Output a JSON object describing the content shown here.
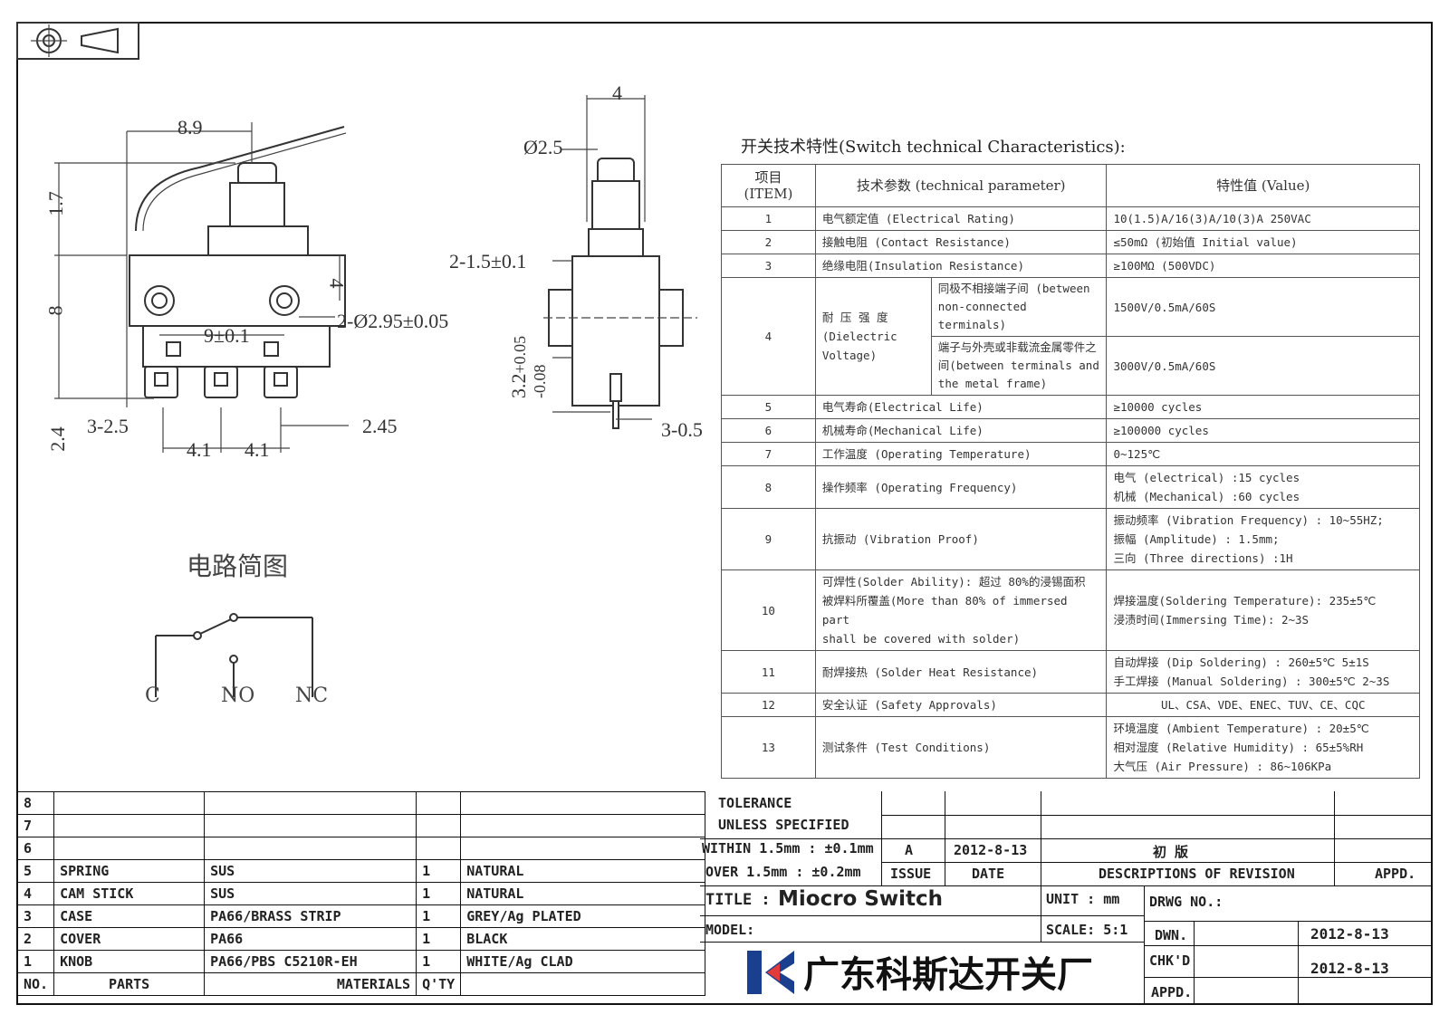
{
  "symbols": {
    "projection_icon": "first-angle-projection-icon"
  },
  "dims_front": {
    "d_8_9": "8.9",
    "d_1_7": "1.7",
    "d_8": "8",
    "d_4": "4",
    "d_hole": "2-Ø2.95±0.05",
    "d_pitch": "9±0.1",
    "d_2_4": "2.4",
    "d_3_2_5": "3-2.5",
    "d_2_45": "2.45",
    "d_4_1_a": "4.1",
    "d_4_1_b": "4.1"
  },
  "dims_side": {
    "d_top": "4",
    "d_dia": "Ø2.5",
    "d_2_1_5": "2-1.5±0.1",
    "d_3_0_5": "3-0.5",
    "d_tol_a": "3.2",
    "d_tol_b": "+0.05",
    "d_tol_c": "-0.08"
  },
  "circuit": {
    "title": "电路简图",
    "terminals": [
      "C",
      "NO",
      "NC"
    ]
  },
  "spec": {
    "title": "开关技术特性(Switch technical Characteristics):",
    "headers": {
      "item_a": "项目",
      "item_b": "(ITEM)",
      "param": "技术参数 (technical parameter)",
      "value": "特性值 (Value)"
    },
    "rows": [
      {
        "n": "1",
        "param": "电气额定值 (Electrical Rating)",
        "value": "10(1.5)A/16(3)A/10(3)A  250VAC"
      },
      {
        "n": "2",
        "param": "接触电阻 (Contact  Resistance)",
        "value": "≤50mΩ (初始值 Initial value)"
      },
      {
        "n": "3",
        "param": "绝缘电阻(Insulation Resistance)",
        "value": "≥100MΩ (500VDC)"
      },
      {
        "n": "4",
        "param": "耐 压 强 度 (Dielectric Voltage)",
        "sub": [
          {
            "cond": "同极不相接端子间 (between non-connected terminals)",
            "value": "1500V/0.5mA/60S"
          },
          {
            "cond": "端子与外壳或非载流金属零件之间(between terminals and the metal frame)",
            "value": "3000V/0.5mA/60S"
          }
        ]
      },
      {
        "n": "5",
        "param": "电气寿命(Electrical Life)",
        "value": "≥10000 cycles"
      },
      {
        "n": "6",
        "param": "机械寿命(Mechanical Life)",
        "value": "≥100000 cycles"
      },
      {
        "n": "7",
        "param": "工作温度 (Operating Temperature)",
        "value": "0~125℃"
      },
      {
        "n": "8",
        "param": "操作频率 (Operating Frequency)",
        "value_lines": [
          "电气 (electrical) :15 cycles",
          "机械 (Mechanical) :60 cycles"
        ]
      },
      {
        "n": "9",
        "param": "抗振动 (Vibration Proof)",
        "value_lines": [
          "振动频率 (Vibration Frequency) : 10~55HZ;",
          "振幅 (Amplitude) : 1.5mm;",
          "三向 (Three directions) :1H"
        ]
      },
      {
        "n": "10",
        "param_lines": [
          "可焊性(Solder Ability): 超过 80%的浸锡面积",
          "被焊料所覆盖(More than 80% of immersed part",
          "shall be covered with solder)"
        ],
        "value_lines": [
          "焊接温度(Soldering Temperature): 235±5℃",
          "浸渍时间(Immersing Time): 2~3S"
        ]
      },
      {
        "n": "11",
        "param": "耐焊接热 (Solder Heat Resistance)",
        "value_lines": [
          "自动焊接 (Dip Soldering) : 260±5℃ 5±1S",
          "手工焊接 (Manual Soldering) : 300±5℃ 2~3S"
        ]
      },
      {
        "n": "12",
        "param": "安全认证 (Safety Approvals)",
        "value": "UL、CSA、VDE、ENEC、TUV、CE、CQC"
      },
      {
        "n": "13",
        "param": "测试条件 (Test Conditions)",
        "value_lines": [
          "环境温度 (Ambient Temperature) : 20±5℃",
          "相对湿度 (Relative Humidity) : 65±5%RH",
          "大气压 (Air Pressure) : 86~106KPa"
        ]
      }
    ]
  },
  "bom": {
    "rows": [
      {
        "no": "8",
        "part": "",
        "mat": "",
        "qty": "",
        "finish": ""
      },
      {
        "no": "7",
        "part": "",
        "mat": "",
        "qty": "",
        "finish": ""
      },
      {
        "no": "6",
        "part": "",
        "mat": "",
        "qty": "",
        "finish": ""
      },
      {
        "no": "5",
        "part": "SPRING",
        "mat": "SUS",
        "qty": "1",
        "finish": "NATURAL"
      },
      {
        "no": "4",
        "part": "CAM STICK",
        "mat": "SUS",
        "qty": "1",
        "finish": "NATURAL"
      },
      {
        "no": "3",
        "part": "CASE",
        "mat": "PA66/BRASS STRIP",
        "qty": "1",
        "finish": "GREY/Ag PLATED"
      },
      {
        "no": "2",
        "part": "COVER",
        "mat": "PA66",
        "qty": "1",
        "finish": "BLACK"
      },
      {
        "no": "1",
        "part": "KNOB",
        "mat": "PA66/PBS C5210R-EH",
        "qty": "1",
        "finish": "WHITE/Ag CLAD"
      }
    ],
    "footer": {
      "no": "NO.",
      "part": "PARTS",
      "mat": "MATERIALS",
      "qty": "Q'TY"
    }
  },
  "title_block": {
    "tol_1": "TOLERANCE",
    "tol_2": "UNLESS  SPECIFIED",
    "tol_3": "WITHIN 1.5mm : ±0.1mm",
    "tol_4": "OVER 1.5mm : ±0.2mm",
    "rev_issue": "A",
    "rev_date": "2012-8-13",
    "rev_desc": "初 版",
    "h_issue": "ISSUE",
    "h_date": "DATE",
    "h_desc": "DESCRIPTIONS OF REVISION",
    "h_appd": "APPD.",
    "title_label": "TITLE :",
    "title": "Miocro Switch",
    "unit_label": "UNIT :",
    "unit": "mm",
    "drwg_label": "DRWG NO.:",
    "model_label": "MODEL:",
    "scale_label": "SCALE:",
    "scale": "5:1",
    "dwn_label": "DWN.",
    "dwn_date": "2012-8-13",
    "chk_label": "CHK'D",
    "chk_date": "2012-8-13",
    "appd_label": "APPD.",
    "company": "广东科斯达开关厂",
    "logo_color": "#1b3f8f"
  }
}
